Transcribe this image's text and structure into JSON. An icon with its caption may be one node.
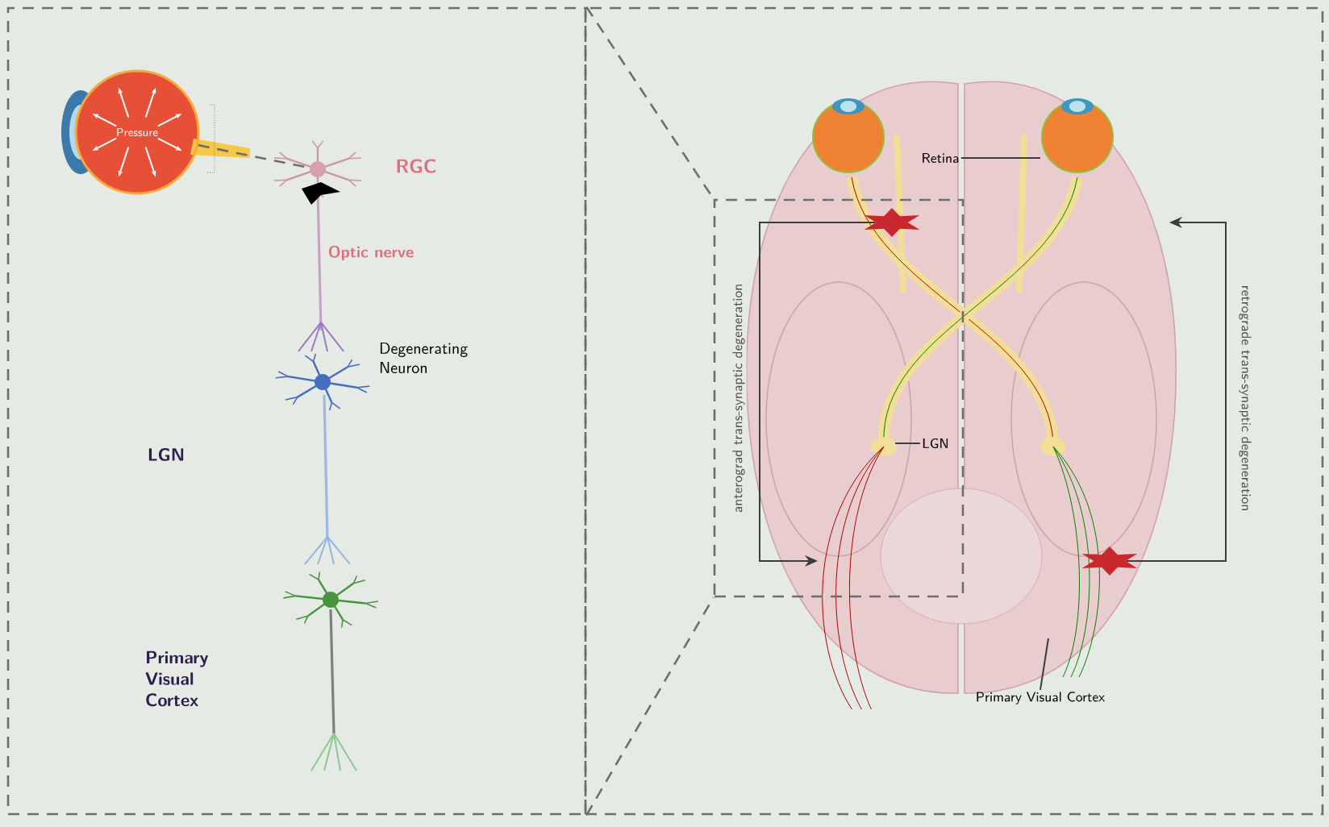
{
  "diagram": {
    "nodes": [
      {
        "text": [],
        "shape": "box"
      },
      {
        "text": [],
        "shape": "box"
      },
      {
        "text": [
          "Pressure"
        ],
        "in": 0
      },
      {
        "text": [],
        "shape": "picture",
        "in": 0
      },
      {
        "text": [],
        "shape": "box",
        "in": 1
      },
      {
        "text": [],
        "shape": "star",
        "in": 4
      },
      {
        "text": [],
        "shape": "star",
        "in": 1
      },
      {
        "text": [
          "Retina"
        ],
        "in": 1
      },
      {
        "text": [
          "LGN"
        ],
        "in": 4
      },
      {
        "text": [
          "Primary Visual Cortex"
        ],
        "in": 1
      }
    ],
    "edges": [
      {
        "from": 2,
        "to": 3,
        "arrow": "none",
        "style": "dashed"
      },
      {
        "from": 0,
        "to": 4,
        "arrow": "none",
        "style": "dashed"
      },
      {
        "from": 0,
        "to": 4,
        "arrow": "none",
        "style": "dashed"
      },
      {
        "from": 5,
        "to": null,
        "arrow": "to",
        "label": "anterograd trans-synaptic degeneration"
      },
      {
        "from": 6,
        "to": null,
        "arrow": "to",
        "label": "retrograde trans-synaptic degeneration"
      },
      {
        "from": 7,
        "to": null,
        "arrow": "none"
      },
      {
        "from": 8,
        "to": null,
        "arrow": "none"
      },
      {
        "from": 9,
        "to": null,
        "arrow": "none"
      }
    ],
    "labels": [
      "RGC",
      "Optic nerve",
      "Degenerating Neuron",
      "LGN",
      "Primary Visual Cortex"
    ]
  }
}
